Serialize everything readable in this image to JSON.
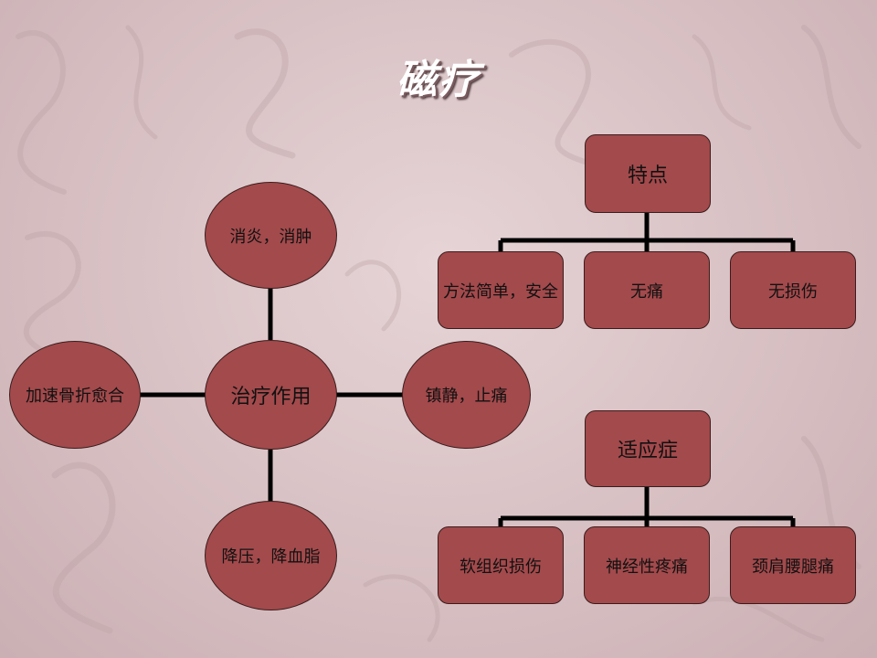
{
  "title": "磁疗",
  "mindmap": {
    "center": "治疗作用",
    "top": "消炎，消肿",
    "left": "加速骨折愈合",
    "right": "镇静，止痛",
    "bottom": "降压，降血脂"
  },
  "features": {
    "head": "特点",
    "items": [
      "方法简单，安全",
      "无痛",
      "无损伤"
    ]
  },
  "indications": {
    "head": "适应症",
    "items": [
      "软组织损伤",
      "神经性疼痛",
      "颈肩腰腿痛"
    ]
  },
  "colors": {
    "node_fill": "#a34a4c",
    "node_border": "#3a1c1c",
    "connector": "#000000",
    "background": "#d9c3c6"
  }
}
